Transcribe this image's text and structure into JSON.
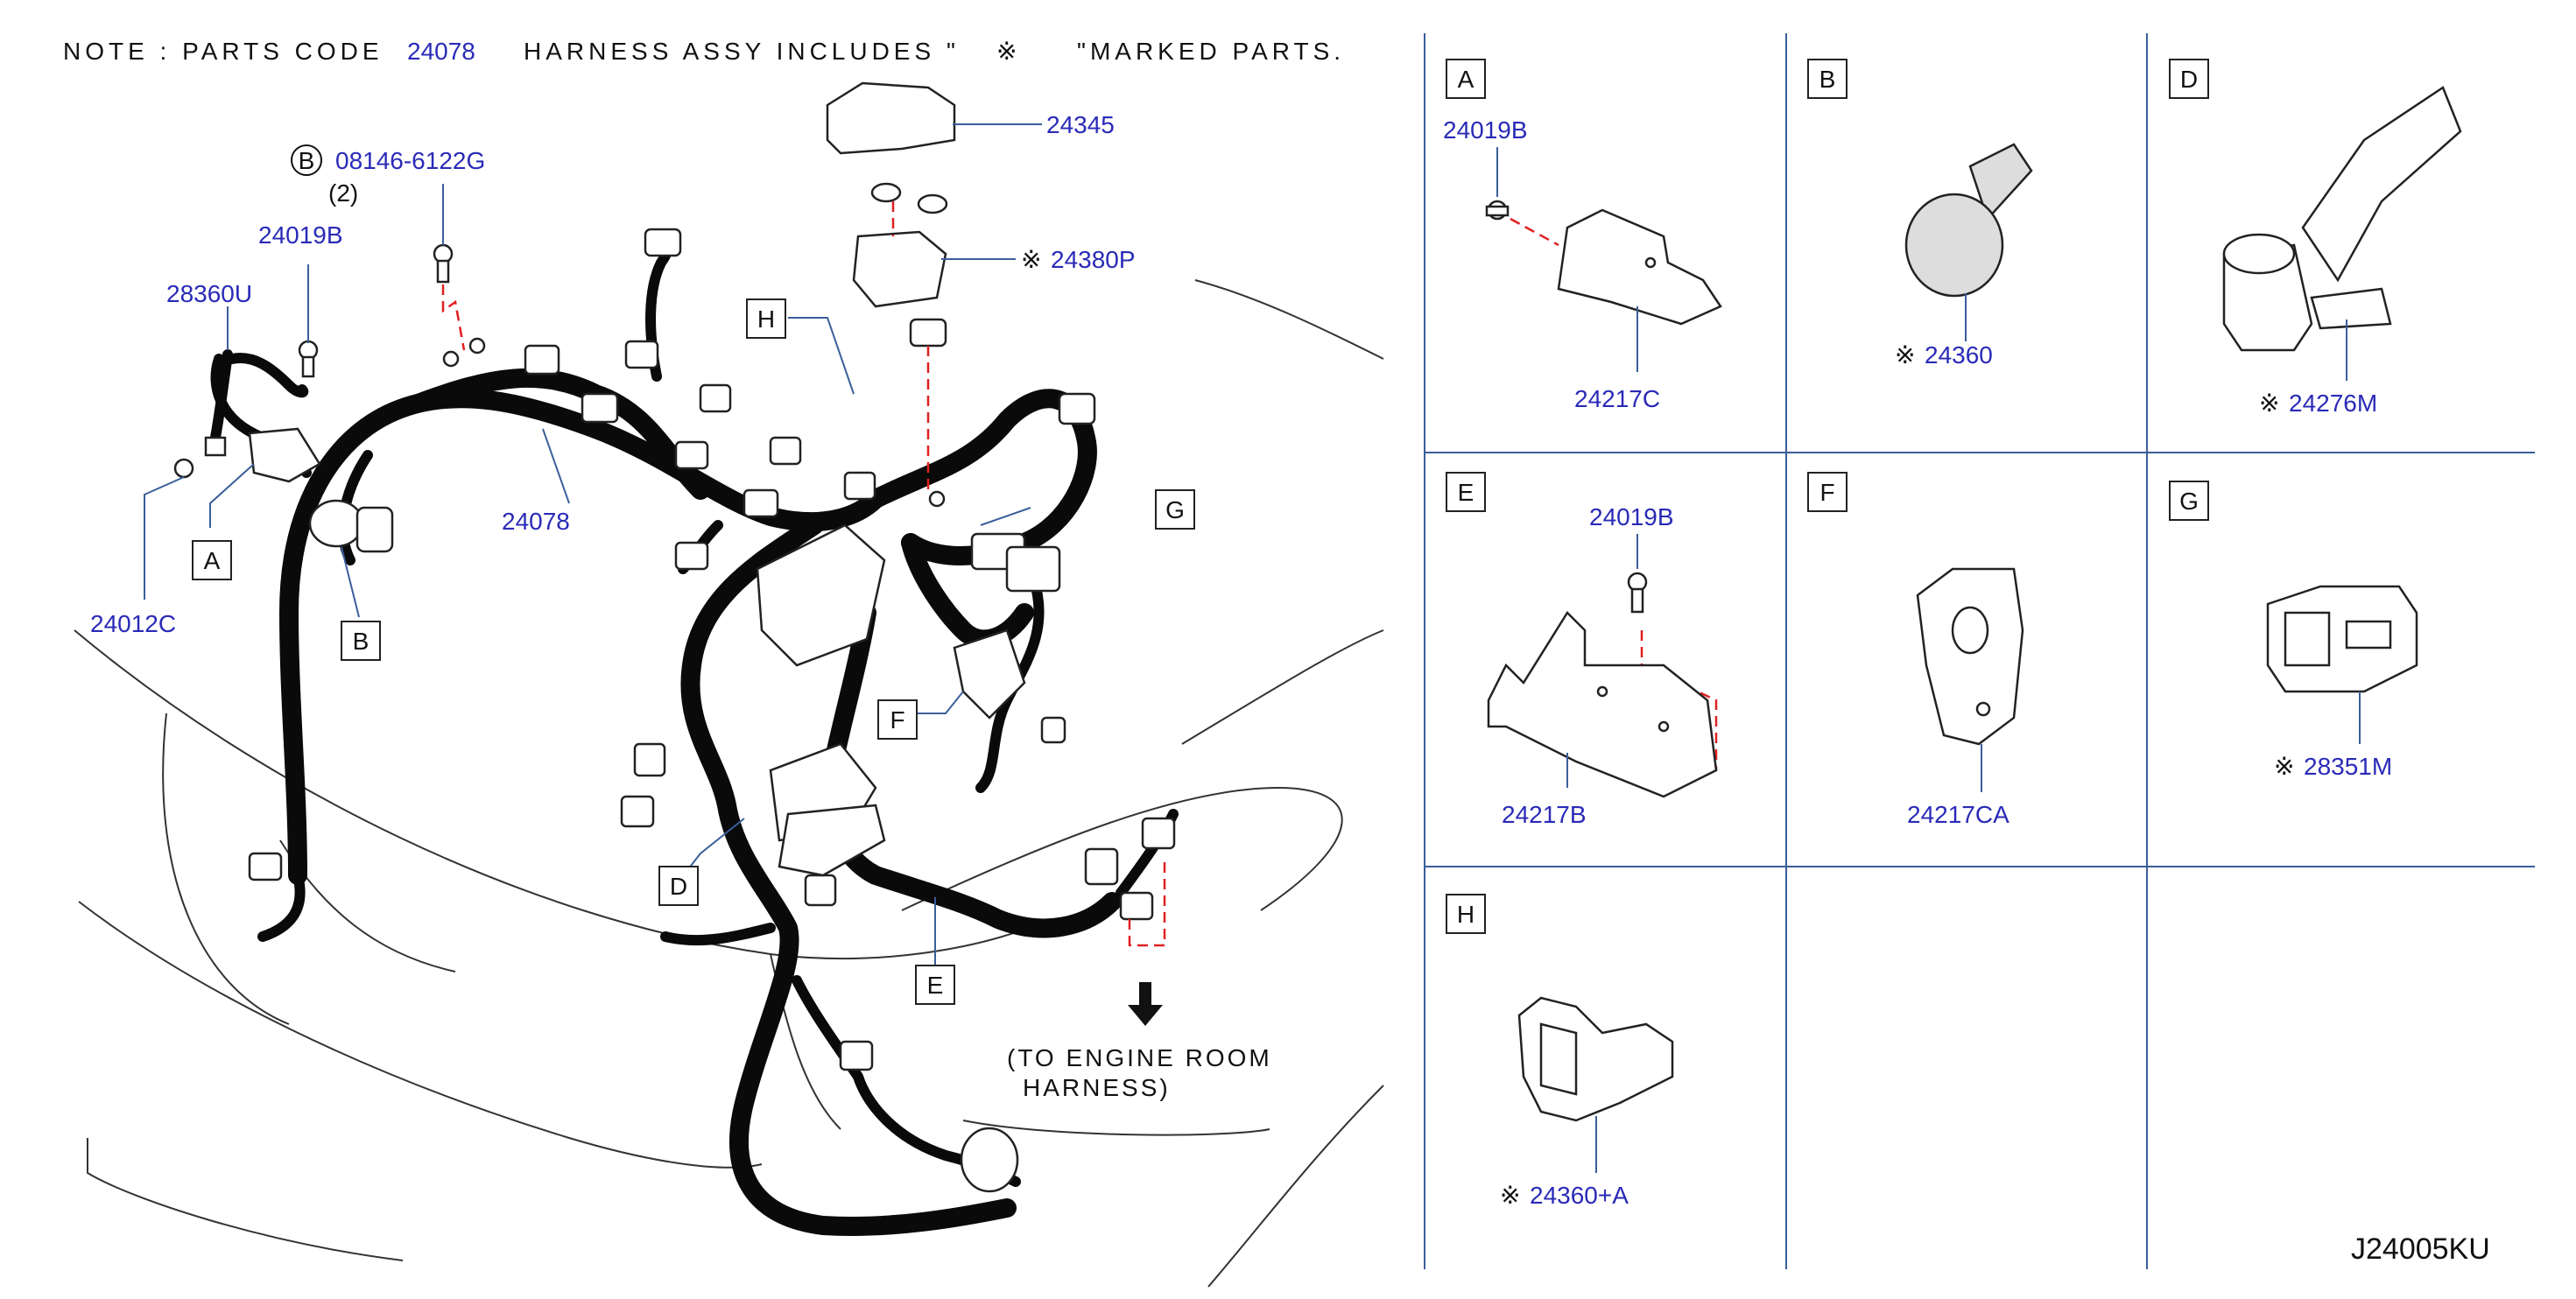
{
  "note": {
    "prefix": "NOTE : PARTS CODE",
    "code": "24078",
    "middle": "HARNESS ASSY INCLUDES \"",
    "suffix": "\"MARKED PARTS."
  },
  "main_labels": {
    "bolt_b_code": "08146-6122G",
    "bolt_b_letter": "B",
    "bolt_b_qty": "(2)",
    "clip_top": "24019B",
    "ground": "28360U",
    "harness": "24078",
    "clip_left": "24012C",
    "cover": "24345",
    "fusible": "24380P",
    "destination_line1": "(TO ENGINE ROOM",
    "destination_line2": "HARNESS)"
  },
  "callouts": [
    "A",
    "B",
    "D",
    "E",
    "F",
    "G",
    "H"
  ],
  "details": [
    {
      "letter": "A",
      "parts": [
        "24019B",
        "24217C"
      ]
    },
    {
      "letter": "B",
      "parts": [
        "24360"
      ]
    },
    {
      "letter": "D",
      "parts": [
        "24276M"
      ]
    },
    {
      "letter": "E",
      "parts": [
        "24019B",
        "24217B"
      ]
    },
    {
      "letter": "F",
      "parts": [
        "24217CA"
      ]
    },
    {
      "letter": "G",
      "parts": [
        "28351M"
      ]
    },
    {
      "letter": "H",
      "parts": [
        "24360+A"
      ]
    }
  ],
  "marked_symbol": "※",
  "diagram_code": "J24005KU",
  "colors": {
    "label": "#2a2ab8",
    "leader": "#3a5f9a",
    "dash": "#e02020"
  }
}
